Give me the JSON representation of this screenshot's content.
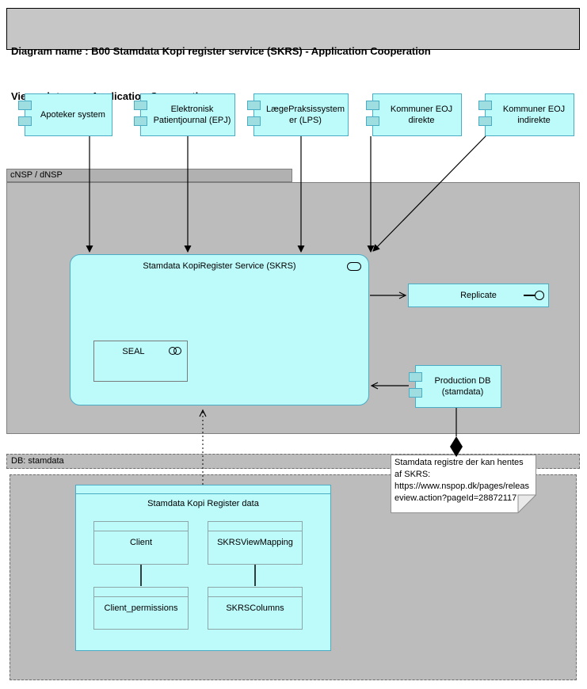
{
  "colors": {
    "fill": "#BDFAFA",
    "border": "#4BACC6",
    "port": "#9FDEE0",
    "grayBody": "#BCBCBC",
    "grayTab": "#B1B1B1",
    "grayBorder": "#7F7F7F",
    "titlebar": "#C6C6C6",
    "line": "#000000"
  },
  "header": {
    "line1": "Diagram name : B00 Stamdata Kopi register service (SKRS) - Application Cooperation",
    "line2": "Viewpoint         : Application Cooperation"
  },
  "external_components": [
    {
      "label": "Apoteker system"
    },
    {
      "label": "Elektronisk Patientjournal (EPJ)"
    },
    {
      "label": "LægePraksissystemer (LPS)"
    },
    {
      "label": "Kommuner EOJ direkte"
    },
    {
      "label": "Kommuner EOJ indirekte"
    }
  ],
  "cnsp_container": {
    "label": "cNSP / dNSP",
    "service": {
      "label": "Stamdata KopiRegister Service (SKRS)",
      "seal": {
        "label": "SEAL"
      }
    },
    "replicate": {
      "label": "Replicate"
    },
    "production_db": {
      "label": "Production DB (stamdata)"
    }
  },
  "db_container": {
    "label": "DB: stamdata",
    "data_object": {
      "label": "Stamdata Kopi Register data",
      "tables": [
        {
          "label": "Client"
        },
        {
          "label": "SKRSViewMapping"
        },
        {
          "label": "Client_permissions"
        },
        {
          "label": "SKRSColumns"
        }
      ]
    }
  },
  "note": {
    "text": "Stamdata registre der kan hentes af SKRS: https://www.nspop.dk/pages/releaseview.action?pageId=28872117"
  }
}
